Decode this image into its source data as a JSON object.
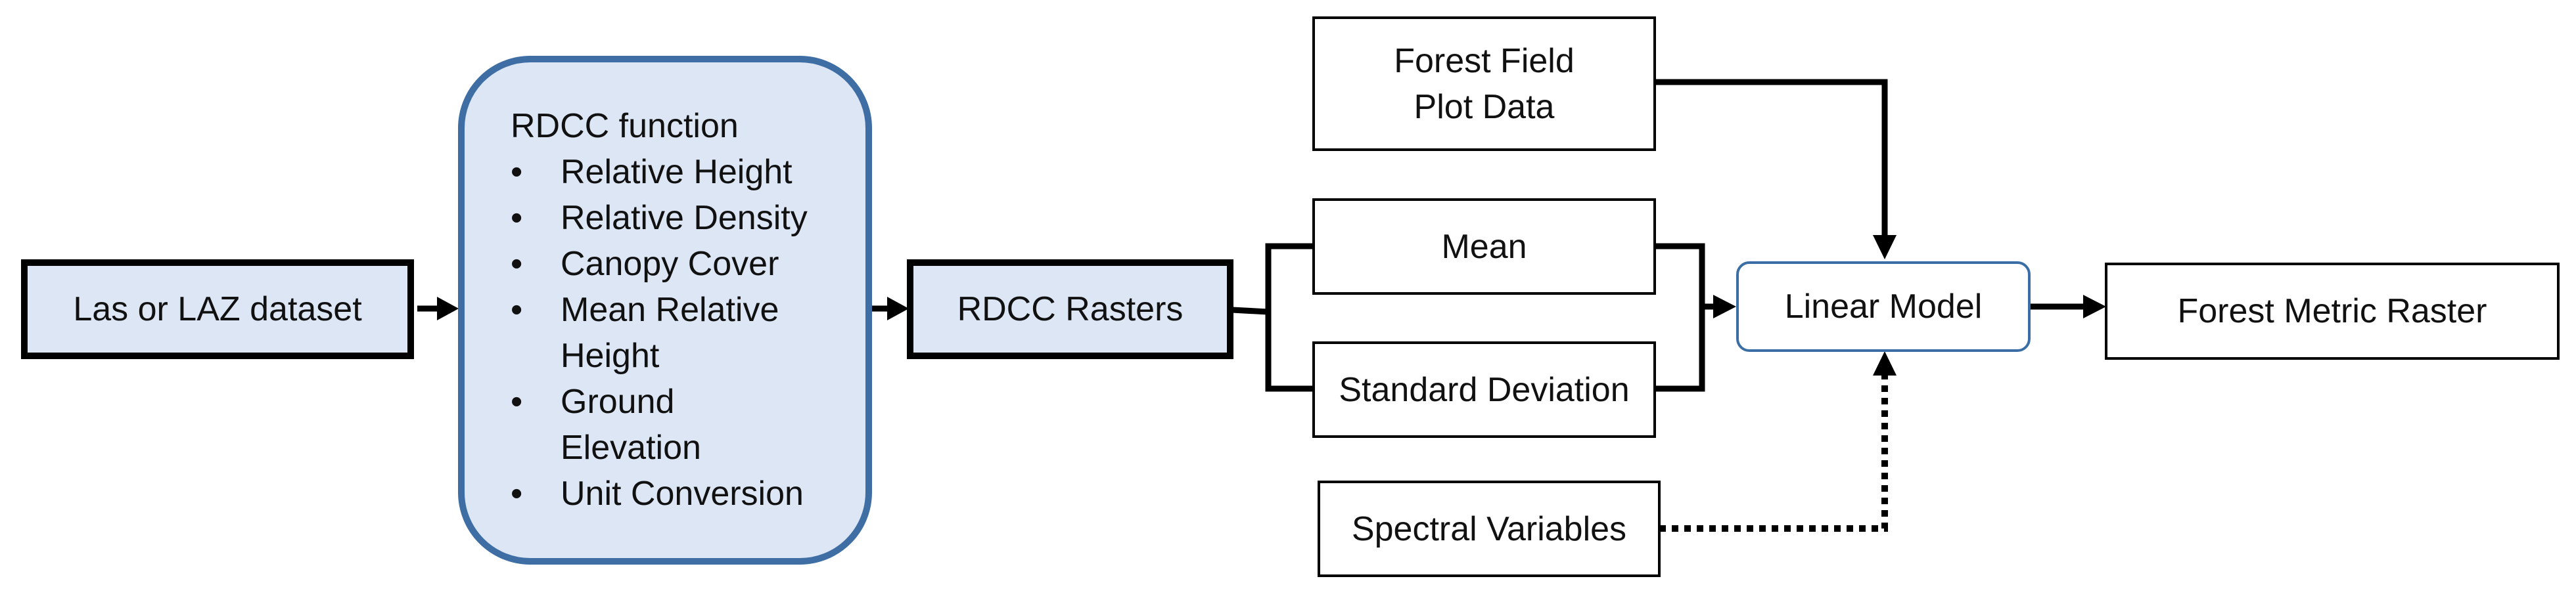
{
  "nodes": {
    "las_dataset": "Las or LAZ dataset",
    "rdcc_function": {
      "title": "RDCC function",
      "items": [
        "Relative Height",
        "Relative Density",
        "Canopy Cover",
        "Mean Relative Height",
        "Ground Elevation",
        "Unit Conversion"
      ]
    },
    "rdcc_rasters": "RDCC Rasters",
    "mean": "Mean",
    "standard_deviation": "Standard Deviation",
    "forest_field_plot_data": [
      "Forest Field",
      "Plot Data"
    ],
    "linear_model": "Linear Model",
    "spectral_variables": "Spectral Variables",
    "forest_metric_raster": "Forest Metric Raster"
  },
  "bullet_glyph": "•",
  "colors": {
    "box_fill": "#dce6f4",
    "rounded_border": "#3e6ea3",
    "linear_model_border": "#3a6ea5",
    "line": "#000000"
  }
}
